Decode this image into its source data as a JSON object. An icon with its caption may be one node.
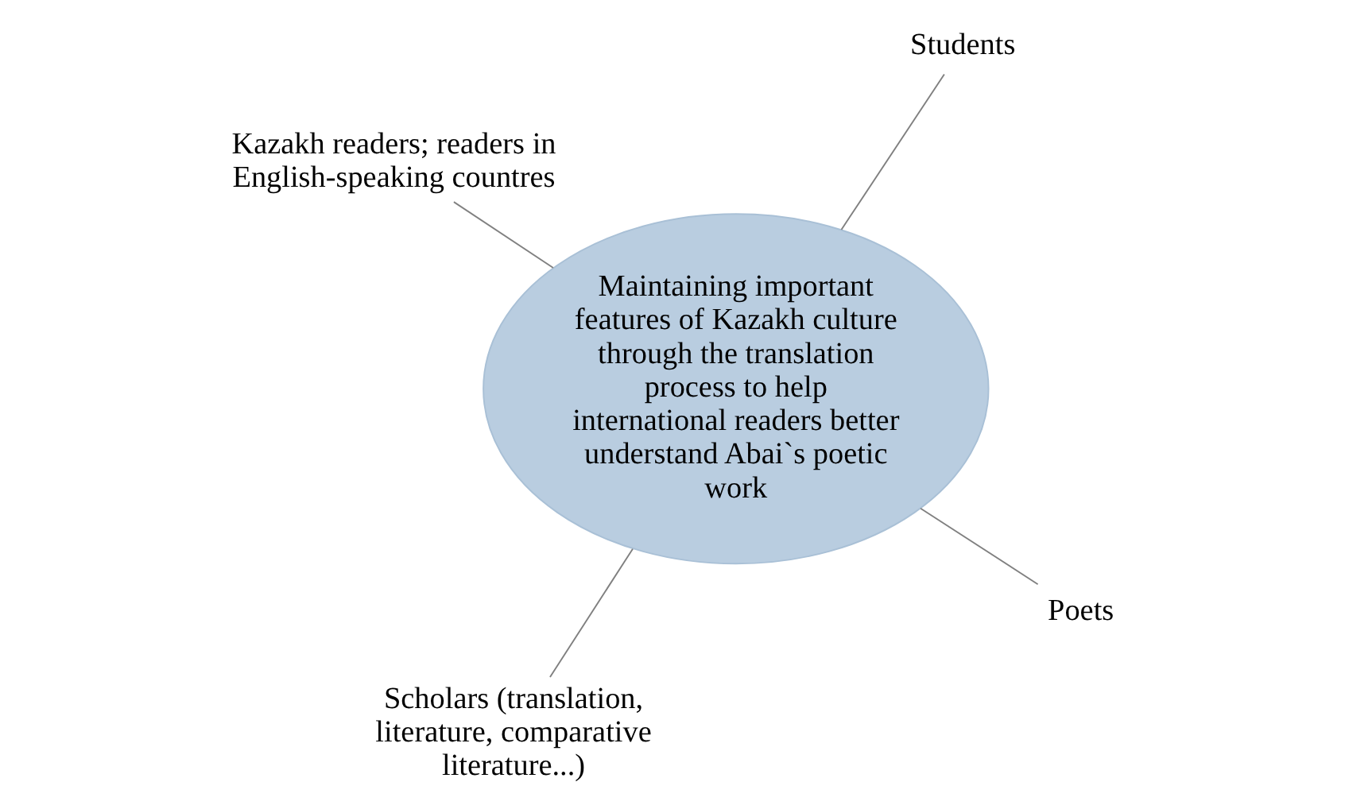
{
  "diagram": {
    "nodes": [
      {
        "text": [
          "Maintaining important features of Kazakh culture through the translation process to help international readers better understand Abai`s poetic work"
        ]
      },
      {
        "text": [
          "Poets"
        ]
      },
      {
        "text": [
          "Scholars (translation, literature, comparative literature...)"
        ]
      },
      {
        "text": [
          "Kazakh readers; readers in English-speaking countres"
        ]
      },
      {
        "text": [
          "Students"
        ]
      }
    ],
    "edges": [
      {
        "from": 1,
        "to": 0,
        "arrow": "none"
      },
      {
        "from": 2,
        "to": 0,
        "arrow": "none"
      },
      {
        "from": 3,
        "to": 0,
        "arrow": "none"
      },
      {
        "from": 4,
        "to": 0,
        "arrow": "none"
      }
    ]
  }
}
